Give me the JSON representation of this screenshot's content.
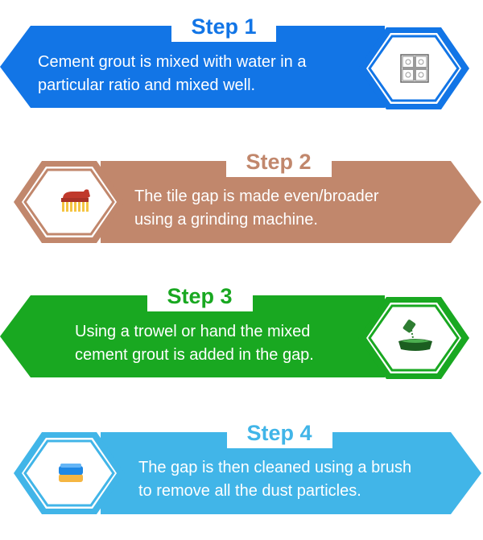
{
  "steps": [
    {
      "title": "Step 1",
      "lines": [
        "Cement grout is mixed with water in a",
        "particular ratio and mixed well."
      ],
      "color": "#1275e6",
      "icon": "tile-grid-icon"
    },
    {
      "title": "Step 2",
      "lines": [
        "The tile gap is made even/broader",
        "using a grinding machine."
      ],
      "color": "#c1876c",
      "icon": "scrub-brush-icon"
    },
    {
      "title": "Step 3",
      "lines": [
        "Using a trowel or hand the mixed",
        "cement grout is added in the gap."
      ],
      "color": "#19a821",
      "icon": "pouring-grout-icon"
    },
    {
      "title": "Step 4",
      "lines": [
        "The gap is then cleaned using a brush",
        "to remove all the dust particles."
      ],
      "color": "#41b5e8",
      "icon": "sponge-icon"
    }
  ]
}
